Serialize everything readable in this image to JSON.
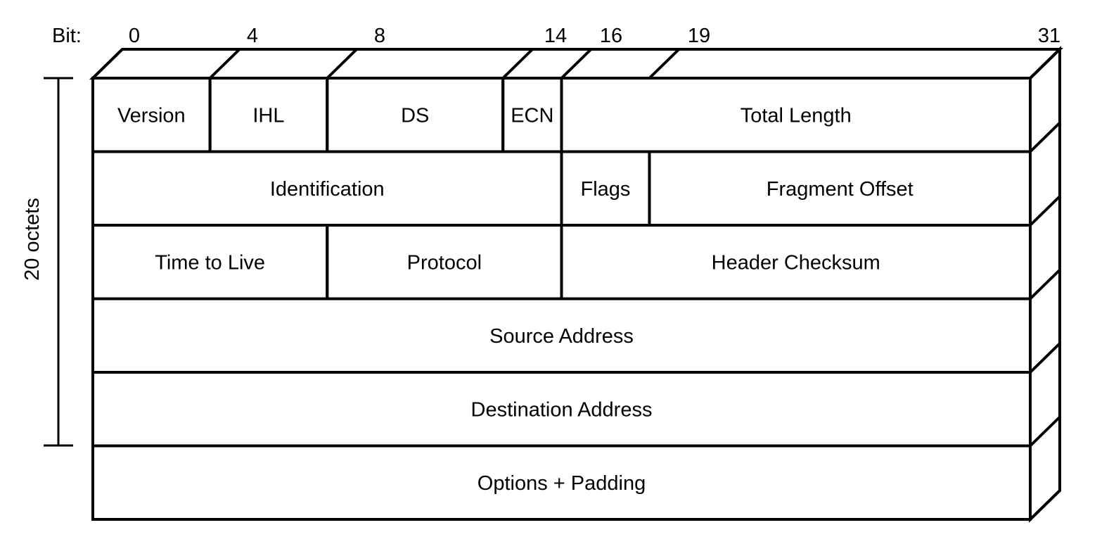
{
  "colors": {
    "face": "#c8e8fa",
    "top": "#3ec6f2",
    "side": "#3ec6f2",
    "line": "#000000"
  },
  "bit_axis": {
    "prefix": "Bit:",
    "marks": [
      "0",
      "4",
      "8",
      "14",
      "16",
      "19",
      "31"
    ]
  },
  "bracket_label": "20 octets",
  "rows": [
    {
      "fields": [
        {
          "label": "Version",
          "bits": 4
        },
        {
          "label": "IHL",
          "bits": 4
        },
        {
          "label": "DS",
          "bits": 6
        },
        {
          "label": "ECN",
          "bits": 2
        },
        {
          "label": "Total Length",
          "bits": 16
        }
      ]
    },
    {
      "fields": [
        {
          "label": "Identification",
          "bits": 16
        },
        {
          "label": "Flags",
          "bits": 3
        },
        {
          "label": "Fragment Offset",
          "bits": 13
        }
      ]
    },
    {
      "fields": [
        {
          "label": "Time to Live",
          "bits": 8
        },
        {
          "label": "Protocol",
          "bits": 8
        },
        {
          "label": "Header Checksum",
          "bits": 16
        }
      ]
    },
    {
      "fields": [
        {
          "label": "Source Address",
          "bits": 32
        }
      ]
    },
    {
      "fields": [
        {
          "label": "Destination Address",
          "bits": 32
        }
      ]
    },
    {
      "fields": [
        {
          "label": "Options + Padding",
          "bits": 32
        }
      ]
    }
  ]
}
